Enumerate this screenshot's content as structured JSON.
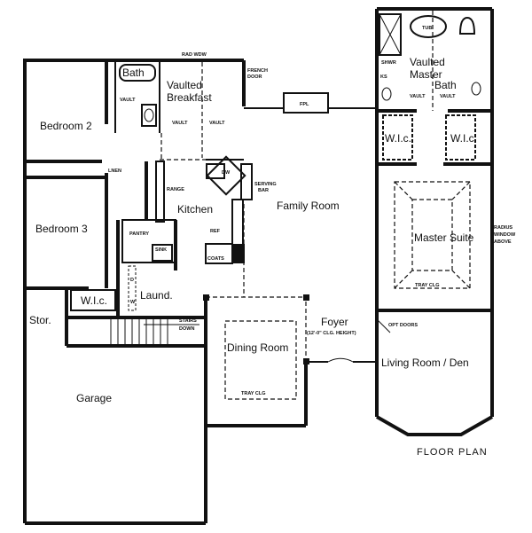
{
  "title": "FLOOR PLAN",
  "rooms": {
    "bath": "Bath",
    "breakfast_1": "Vaulted",
    "breakfast_2": "Breakfast",
    "bedroom2": "Bedroom 2",
    "bedroom3": "Bedroom 3",
    "kitchen": "Kitchen",
    "family": "Family Room",
    "master_bath_1": "Vaulted",
    "master_bath_2": "Master",
    "master_bath_3": "Bath",
    "wic_left": "W.I.c.",
    "wic_right": "W.I.c.",
    "master_suite": "Master Suite",
    "wic_bed3": "W.I.c.",
    "stor": "Stor.",
    "laund": "Laund.",
    "dining": "Dining Room",
    "foyer": "Foyer",
    "foyer_note": "(12'-0\" CLG. HEIGHT)",
    "living": "Living Room / Den",
    "garage": "Garage"
  },
  "notes": {
    "rad_wdw": "RAD WDW",
    "french_door": [
      "FRENCH",
      "DOOR"
    ],
    "vault": "VAULT",
    "fpl": "FPL",
    "lnen": "LNEN",
    "dw": "DW",
    "range": "RANGE",
    "serving_bar": [
      "SERVING",
      "BAR"
    ],
    "ref": "REF",
    "pantry": "PANTRY",
    "sink": "SINK",
    "coats": "COATS",
    "d": "D",
    "w": "W",
    "stairs_down": [
      "STAIRS",
      "DOWN"
    ],
    "tray_clg": "TRAY CLG",
    "tub": "TUB",
    "shwr": "SHWR",
    "ks": "KS",
    "radius_window": [
      "RADIUS",
      "WINDOW",
      "ABOVE"
    ],
    "opt_doors": "OPT DOORS"
  }
}
